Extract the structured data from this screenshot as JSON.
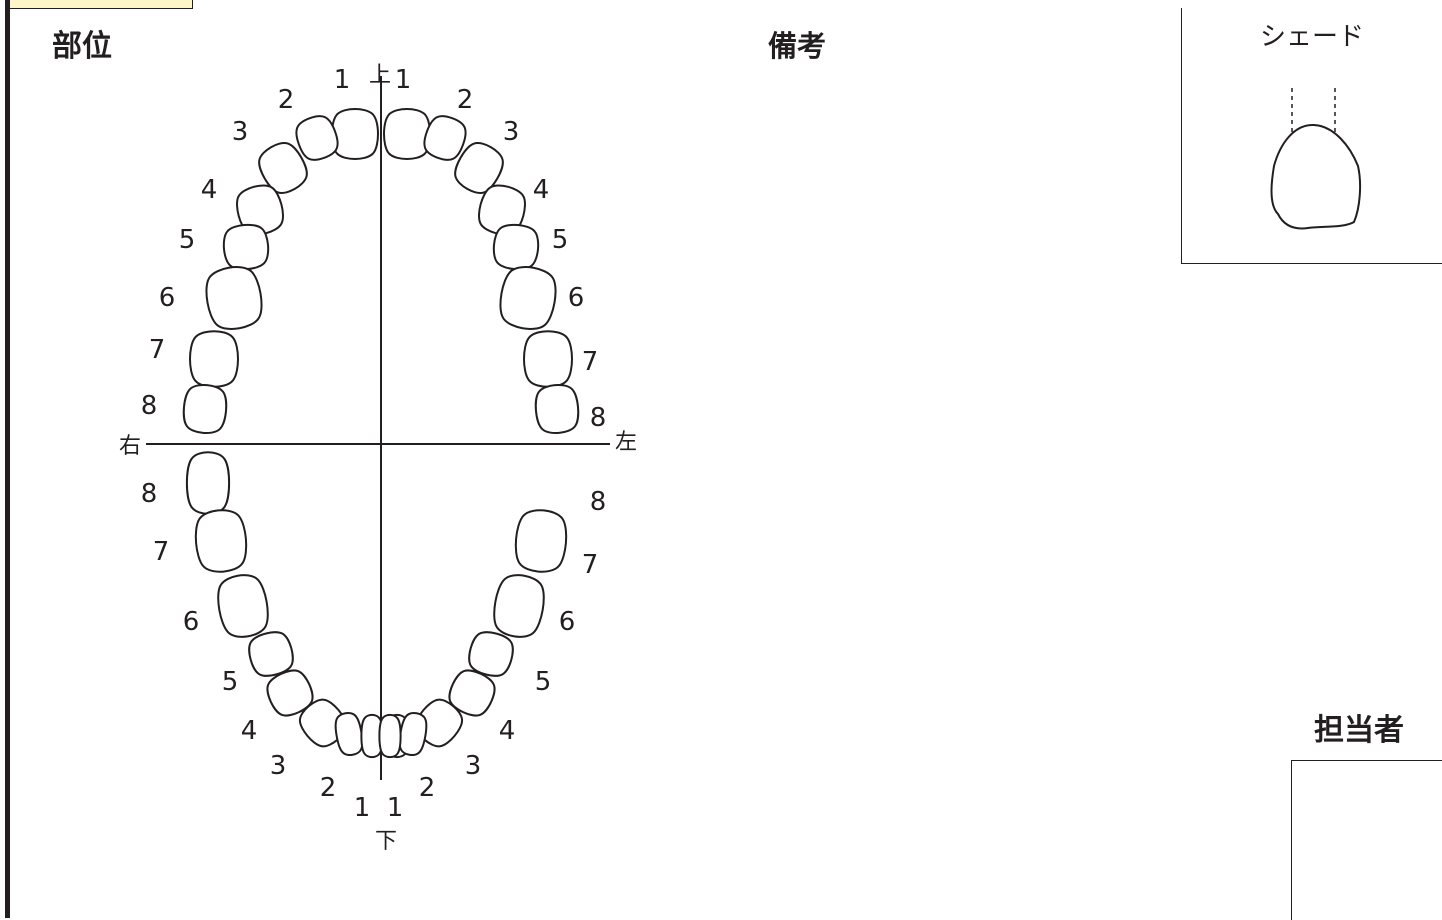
{
  "headings": {
    "region": "部位",
    "remarks": "備考",
    "shade": "シェード",
    "staff": "担当者"
  },
  "orientation": {
    "upper": "上",
    "lower": "下",
    "right": "右",
    "left": "左"
  },
  "tooth_numbers": {
    "upper_right": [
      "1",
      "2",
      "3",
      "4",
      "5",
      "6",
      "7",
      "8"
    ],
    "upper_left": [
      "1",
      "2",
      "3",
      "4",
      "5",
      "6",
      "7",
      "8"
    ],
    "lower_right": [
      "1",
      "2",
      "3",
      "4",
      "5",
      "6",
      "7",
      "8"
    ],
    "lower_left": [
      "1",
      "2",
      "3",
      "4",
      "5",
      "6",
      "7",
      "8"
    ]
  },
  "colors": {
    "line": "#231f20",
    "tab_fill": "#fdf6c9",
    "background": "#ffffff"
  }
}
